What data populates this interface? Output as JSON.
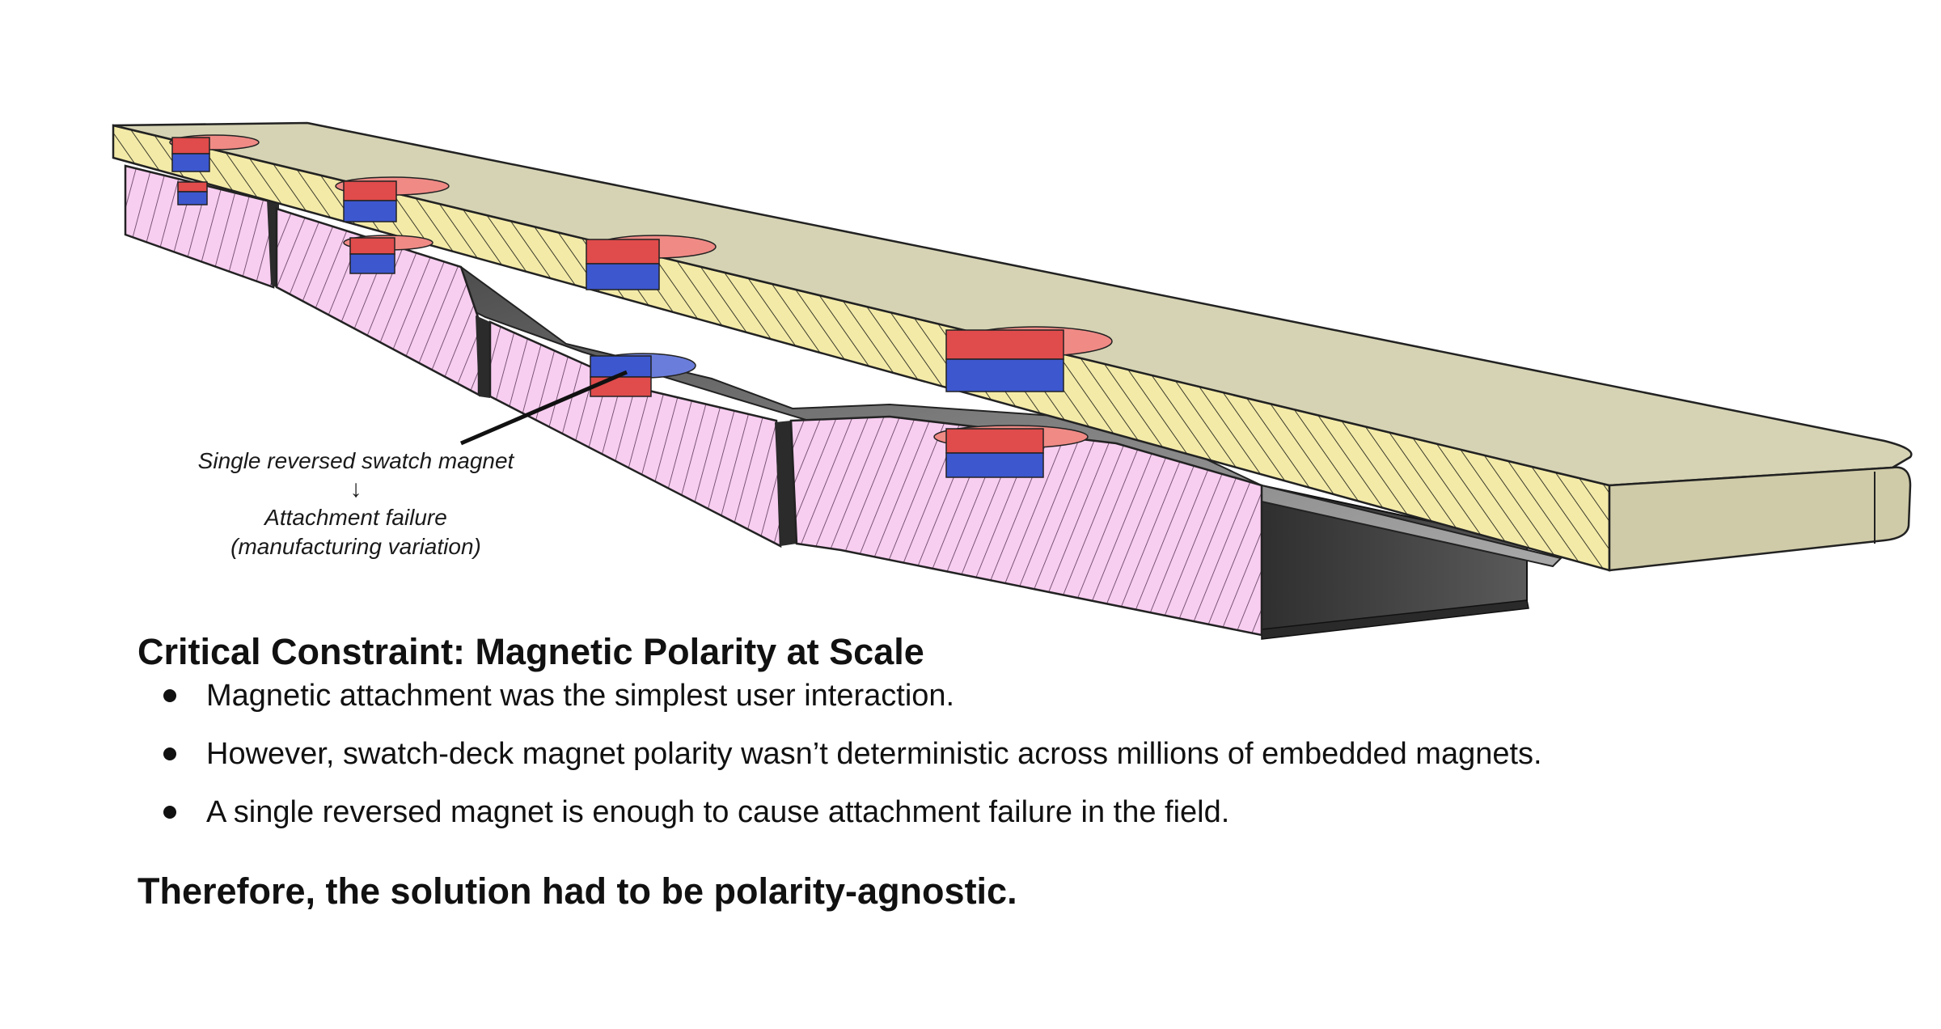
{
  "illustration": {
    "callout_line1": "Single reversed swatch magnet",
    "callout_arrow": "↓",
    "callout_line2": "Attachment failure",
    "callout_line3": "(manufacturing variation)"
  },
  "heading": "Critical Constraint: Magnetic Polarity at Scale",
  "bullets": [
    "Magnetic attachment was the simplest user interaction.",
    "However, swatch-deck magnet polarity wasn’t deterministic across millions of embedded magnets.",
    "A single reversed magnet is enough to cause attachment failure in the field."
  ],
  "conclusion": "Therefore, the solution had to be polarity-agnostic.",
  "colors": {
    "top_plate": "#d6d3b4",
    "top_plate_edge_hatch": "#f3eaa8",
    "swatch_panel": "#f7cdf0",
    "interior": "#6e6e6e",
    "magnet_red": "#e04b4b",
    "magnet_blue": "#3d57cf",
    "magnet_red_cap": "#f08a85",
    "magnet_blue_cap": "#6b7ddb"
  }
}
